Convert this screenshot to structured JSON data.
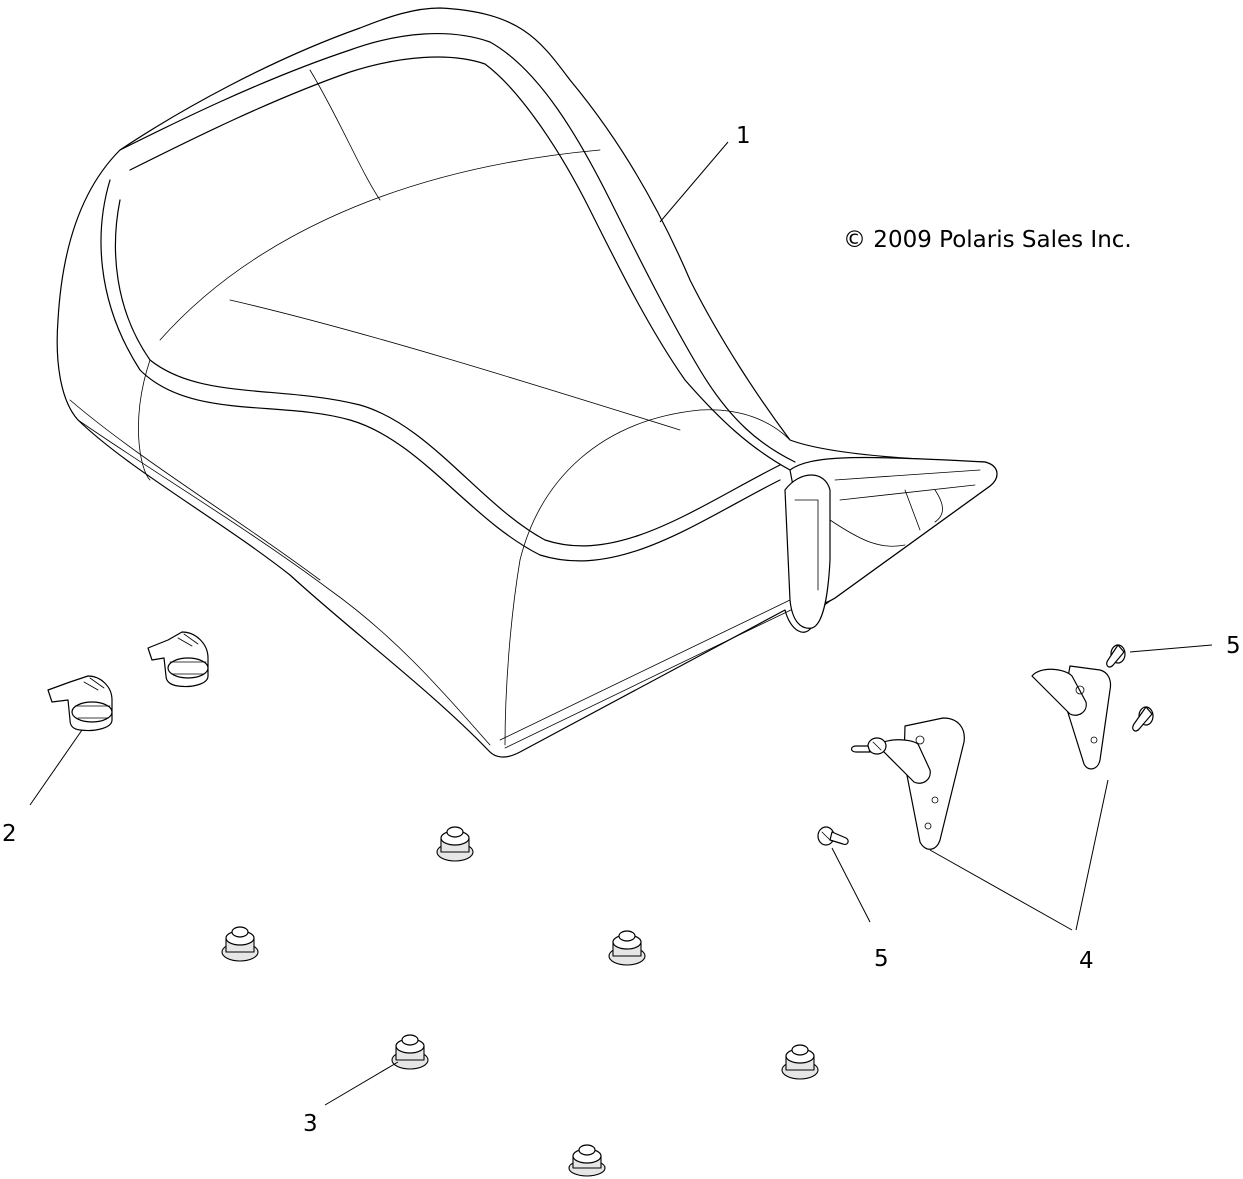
{
  "copyright": "© 2009 Polaris Sales Inc.",
  "callouts": {
    "seat": "1",
    "seat_latch_clip": "2",
    "grommet": "3",
    "bracket": "4",
    "screw_upper": "5",
    "screw_lower": "5"
  }
}
